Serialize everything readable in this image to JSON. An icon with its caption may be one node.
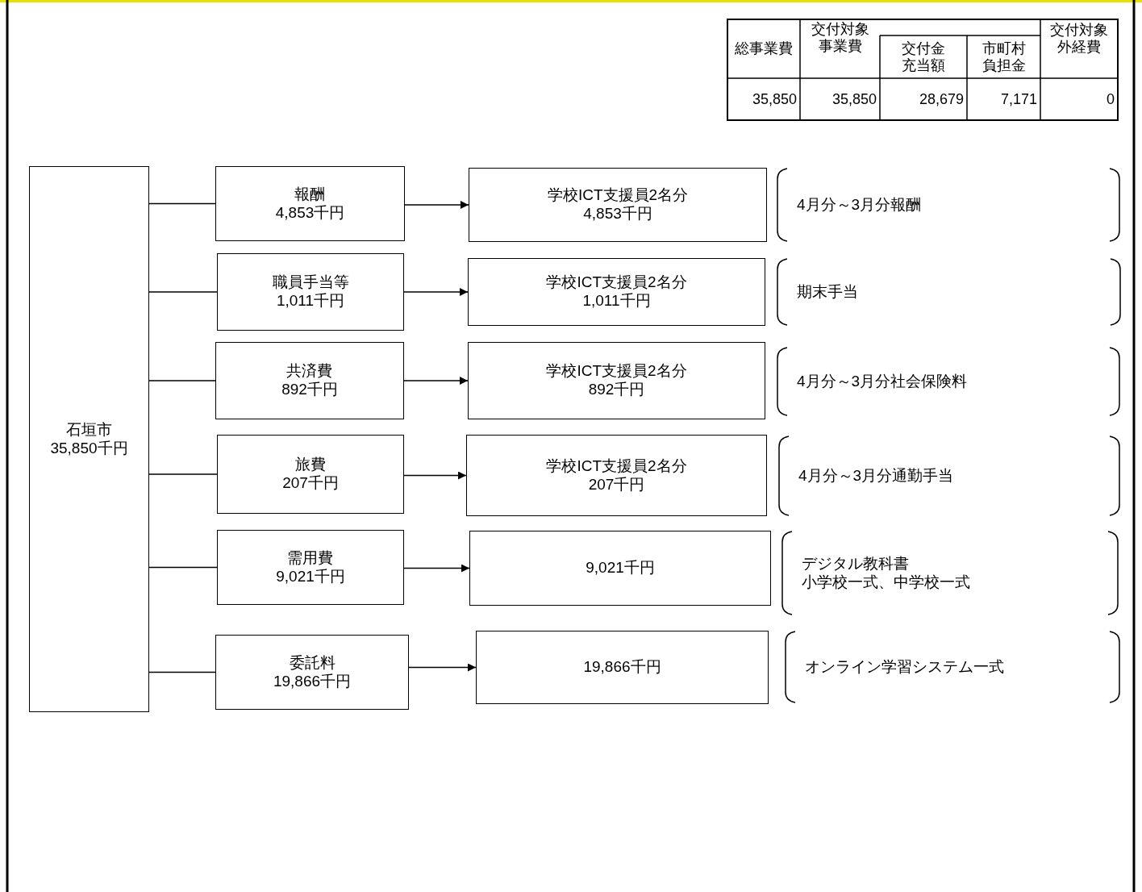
{
  "diagram": {
    "nodes": [
      {
        "text": [
          "石垣市 35,850千円"
        ]
      },
      {
        "text": [
          "報酬 4,853千円"
        ]
      },
      {
        "text": [
          "職員手当等 1,011千円"
        ]
      },
      {
        "text": [
          "共済費 892千円"
        ]
      },
      {
        "text": [
          "旅費 207千円"
        ]
      },
      {
        "text": [
          "需用費 9,021千円"
        ]
      },
      {
        "text": [
          "委託料 19,866千円"
        ]
      },
      {
        "text": [
          "学校ICT支援員2名分 4,853千円"
        ]
      },
      {
        "text": [
          "学校ICT支援員2名分 1,011千円"
        ]
      },
      {
        "text": [
          "学校ICT支援員2名分 892千円"
        ]
      },
      {
        "text": [
          "学校ICT支援員2名分 207千円"
        ]
      },
      {
        "text": [
          "9,021千円"
        ]
      },
      {
        "text": [
          "19,866千円"
        ]
      },
      {
        "text": [
          "4月分～3月分報酬"
        ]
      },
      {
        "text": [
          "期末手当"
        ]
      },
      {
        "text": [
          "4月分～3月分社会保険料"
        ]
      },
      {
        "text": [
          "4月分～3月分通勤手当"
        ]
      },
      {
        "text": [
          "デジタル教科書小学校一式、中学校一式"
        ]
      },
      {
        "text": [
          "オンライン学習システム一式"
        ]
      }
    ],
    "edges": [
      {
        "from": 0,
        "to": 1,
        "arrow": "none"
      },
      {
        "from": 0,
        "to": 2,
        "arrow": "none"
      },
      {
        "from": 0,
        "to": 3,
        "arrow": "none"
      },
      {
        "from": 0,
        "to": 4,
        "arrow": "none"
      },
      {
        "from": 0,
        "to": 5,
        "arrow": "none"
      },
      {
        "from": 0,
        "to": 6,
        "arrow": "none"
      },
      {
        "from": 1,
        "to": 7,
        "arrow": "to"
      },
      {
        "from": 2,
        "to": 8,
        "arrow": "to"
      },
      {
        "from": 3,
        "to": 9,
        "arrow": "to"
      },
      {
        "from": 4,
        "to": 10,
        "arrow": "to"
      },
      {
        "from": 5,
        "to": 11,
        "arrow": "to"
      },
      {
        "from": 6,
        "to": 12,
        "arrow": "to"
      }
    ],
    "labels": [
      "総事業費",
      "交付対象事業費",
      "交付金充当額",
      "市町村負担金",
      "交付対象外経費",
      "35,850",
      "35,850",
      "28,679",
      "7,171",
      "0"
    ]
  }
}
